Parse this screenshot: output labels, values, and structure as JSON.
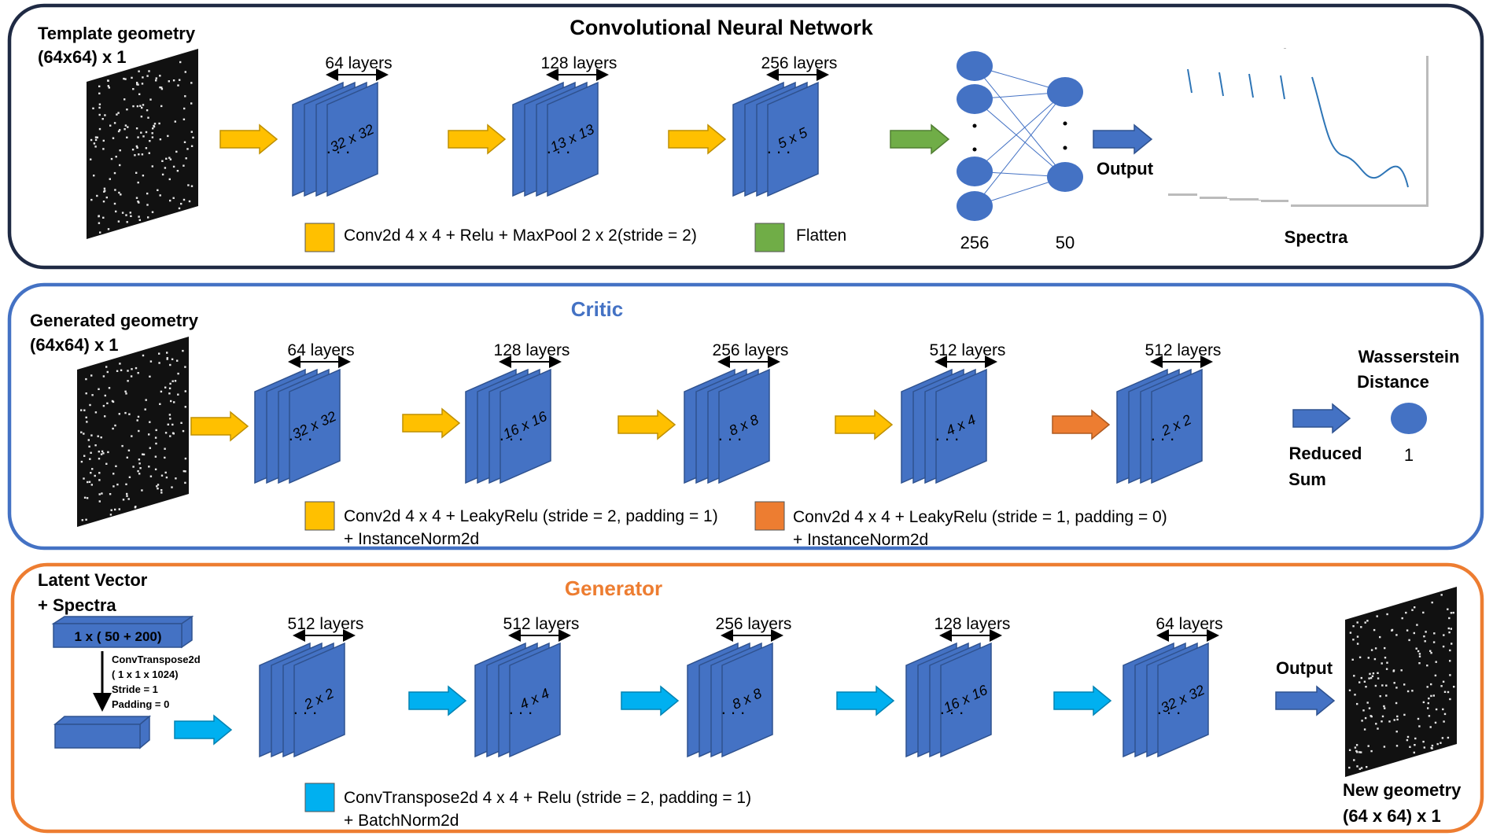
{
  "cnn": {
    "title": "Convolutional Neural Network",
    "input_title_1": "Template geometry",
    "input_title_2": "(64x64) x 1",
    "stacks": [
      {
        "layers": "64 layers",
        "size": "32 x 32"
      },
      {
        "layers": "128 layers",
        "size": "13 x 13"
      },
      {
        "layers": "256 layers",
        "size": "5 x 5"
      }
    ],
    "fc_counts": [
      "256",
      "50"
    ],
    "output_label": "Output",
    "spectra_label": "Spectra",
    "legend_conv": "Conv2d 4 x 4 + Relu + MaxPool 2 x 2(stride = 2)",
    "legend_flatten": "Flatten"
  },
  "critic": {
    "title": "Critic",
    "input_title_1": "Generated geometry",
    "input_title_2": "(64x64) x 1",
    "stacks": [
      {
        "layers": "64 layers",
        "size": "32 x 32"
      },
      {
        "layers": "128 layers",
        "size": "16 x 16"
      },
      {
        "layers": "256 layers",
        "size": "8 x 8"
      },
      {
        "layers": "512 layers",
        "size": "4 x 4"
      },
      {
        "layers": "512 layers",
        "size": "2 x 2"
      }
    ],
    "output_title_1": "Wasserstein",
    "output_title_2": "Distance",
    "reduced_1": "Reduced",
    "reduced_2": "Sum",
    "output_count": "1",
    "legend_yellow_1": "Conv2d 4 x 4 + LeakyRelu (stride = 2, padding = 1)",
    "legend_yellow_2": "+ InstanceNorm2d",
    "legend_orange_1": "Conv2d 4 x 4 + LeakyRelu (stride = 1, padding = 0)",
    "legend_orange_2": "+ InstanceNorm2d"
  },
  "generator": {
    "title": "Generator",
    "latent_1": "Latent Vector",
    "latent_2": "+ Spectra",
    "latent_box": "1 x ( 50 + 200)",
    "convt_note": [
      "ConvTranspose2d",
      "( 1 x 1 x 1024)",
      "Stride = 1",
      "Padding = 0"
    ],
    "stacks": [
      {
        "layers": "512 layers",
        "size": "2 x 2"
      },
      {
        "layers": "512 layers",
        "size": "4 x 4"
      },
      {
        "layers": "256 layers",
        "size": "8 x 8"
      },
      {
        "layers": "128 layers",
        "size": "16 x 16"
      },
      {
        "layers": "64 layers",
        "size": "32 x 32"
      }
    ],
    "output_label": "Output",
    "new_geometry_1": "New geometry",
    "new_geometry_2": "(64 x 64) x 1",
    "legend_1": "ConvTranspose2d 4 x 4 + Relu (stride = 2, padding = 1)",
    "legend_2": "+ BatchNorm2d"
  },
  "colors": {
    "cnn_border": "#1f2a44",
    "critic_border": "#4472c4",
    "critic_title": "#4472c4",
    "generator_border": "#ed7d31",
    "generator_title": "#ed7d31",
    "layer_fill": "#4472c4",
    "legend_yellow": "#ffc000",
    "legend_green": "#70ad47",
    "legend_orange": "#ed7d31",
    "legend_cyan": "#00b0f0"
  }
}
